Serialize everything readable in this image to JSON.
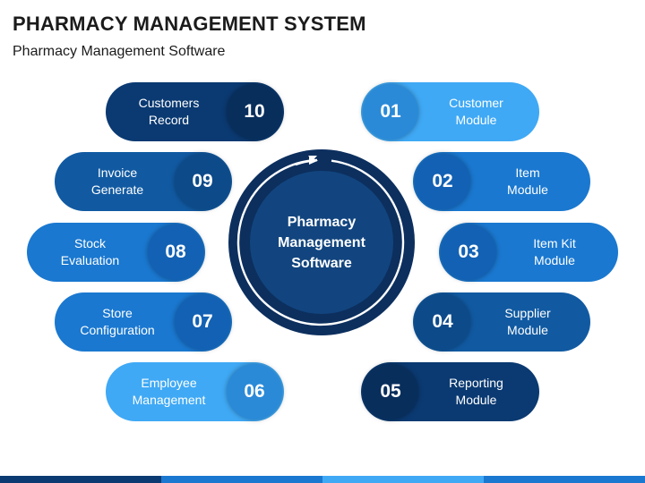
{
  "header": {
    "title": "PHARMACY MANAGEMENT SYSTEM",
    "subtitle": "Pharmacy Management Software"
  },
  "center": {
    "label": "Pharmacy\nManagement\nSoftware"
  },
  "modules": [
    {
      "num": "01",
      "label": "Customer\nModule"
    },
    {
      "num": "02",
      "label": "Item\nModule"
    },
    {
      "num": "03",
      "label": "Item Kit\nModule"
    },
    {
      "num": "04",
      "label": "Supplier\nModule"
    },
    {
      "num": "05",
      "label": "Reporting\nModule"
    },
    {
      "num": "06",
      "label": "Employee\nManagement"
    },
    {
      "num": "07",
      "label": "Store\nConfiguration"
    },
    {
      "num": "08",
      "label": "Stock\nEvaluation"
    },
    {
      "num": "09",
      "label": "Invoice\nGenerate"
    },
    {
      "num": "10",
      "label": "Customers\nRecord"
    }
  ],
  "colors": {
    "light_blue": "#3fa9f5",
    "light_blue_num": "#2a8ad8",
    "medium_blue": "#1a78d0",
    "medium_blue_num": "#1361b4",
    "dark_blue": "#115aa2",
    "dark_blue_num": "#0d4a8a",
    "navy": "#0b3a72",
    "navy_num": "#082e5c",
    "center_ring": "#0c2f5e",
    "center_fill": "#12457f"
  }
}
